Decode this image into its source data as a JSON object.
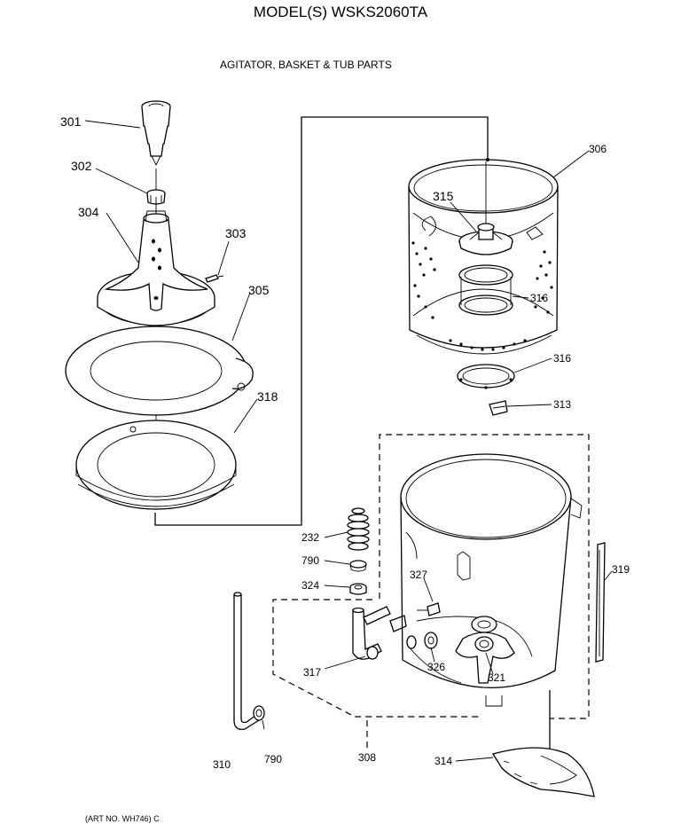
{
  "header": {
    "model_title": "MODEL(S) WSKS2060TA",
    "section_title": "AGITATOR, BASKET & TUB PARTS"
  },
  "footer": {
    "art_no": "(ART NO. WH746) C"
  },
  "callouts": {
    "p301": "301",
    "p302": "302",
    "p304": "304",
    "p303": "303",
    "p305": "305",
    "p318": "318",
    "p306": "306",
    "p315": "315",
    "p316a": "316",
    "p316b": "316",
    "p313": "313",
    "p232": "232",
    "p790a": "790",
    "p324": "324",
    "p327": "327",
    "p319": "319",
    "p317": "317",
    "p326": "326",
    "p321": "321",
    "p310": "310",
    "p790b": "790",
    "p308": "308",
    "p314": "314"
  }
}
